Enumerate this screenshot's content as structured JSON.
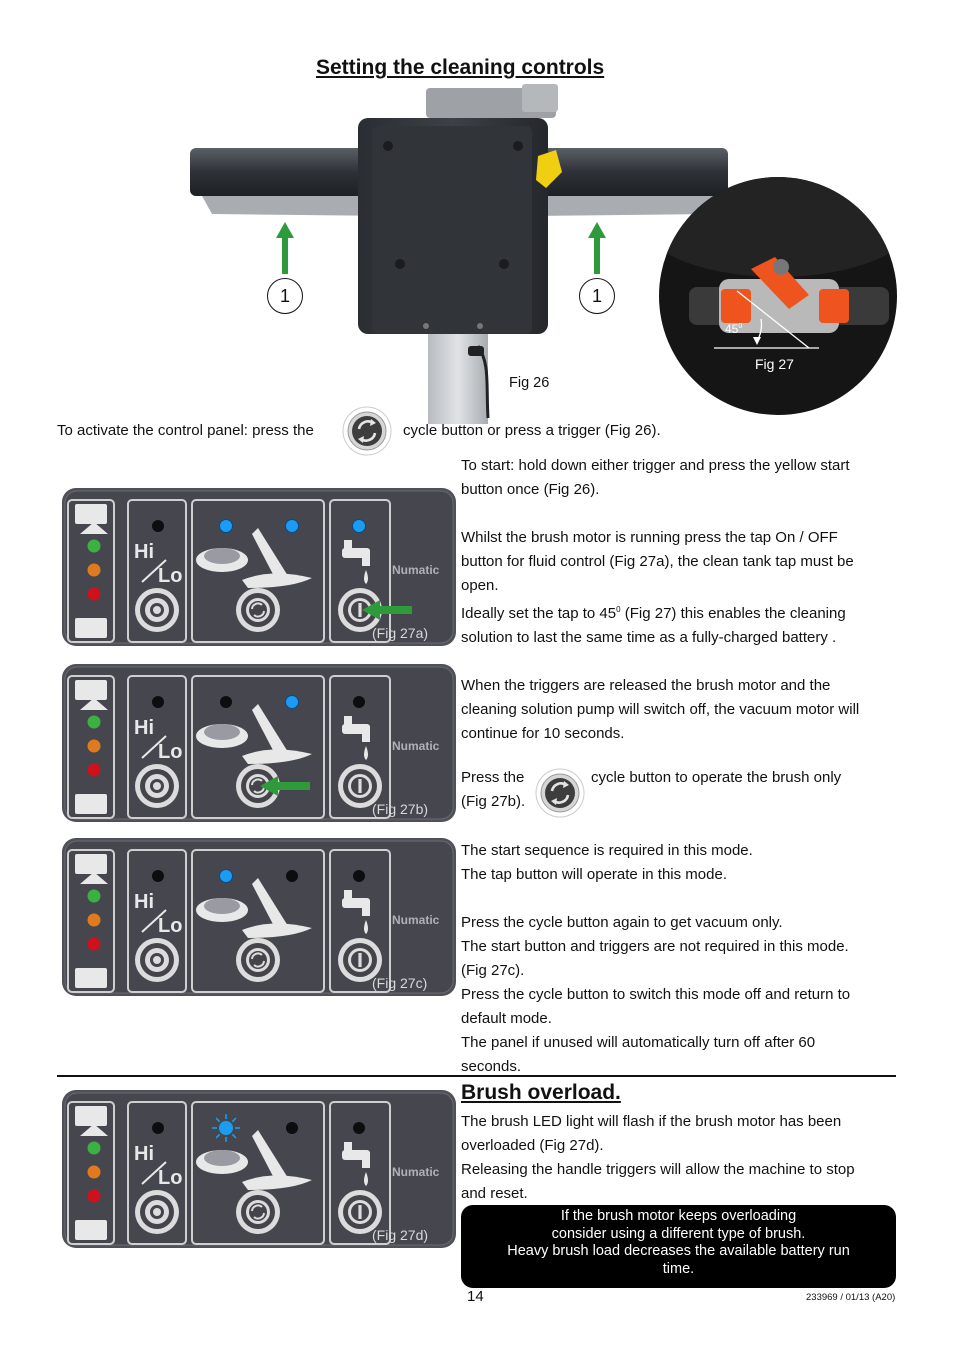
{
  "title": "Setting the cleaning controls",
  "fig26": {
    "caption": "Fig 26",
    "callout_left": "1",
    "callout_right": "1"
  },
  "fig27": {
    "caption": "Fig 27",
    "angle": "45",
    "angle_sup": "0"
  },
  "activate": {
    "before": "To activate the control panel: press the",
    "after": "cycle button or press a trigger (Fig 26)."
  },
  "para1": [
    "To start: hold down either trigger and press the yellow start",
    "button once (Fig 26)."
  ],
  "para2": [
    "Whilst the brush motor is running press the tap On / OFF",
    "button for fluid control (Fig 27a), the clean tank tap must be",
    "open."
  ],
  "para3_line1_a": "Ideally set the tap to 45",
  "para3_line1_sup": "0",
  "para3_line1_b": " (Fig 27) this enables the cleaning",
  "para3_line2": "solution to last the same time as a fully-charged battery .",
  "para4": [
    "When the triggers are released the brush motor and the",
    "cleaning solution pump will switch off, the vacuum motor will",
    "continue for 10 seconds."
  ],
  "para5": {
    "before": "Press the",
    "after": "cycle button to operate the brush only",
    "line2": "(Fig 27b)."
  },
  "para6": [
    "The start sequence is required in this mode.",
    "The tap button will operate in this mode."
  ],
  "para7": [
    "Press the cycle button again to get vacuum only.",
    "The start button and triggers are not required in this mode.",
    " (Fig 27c).",
    "Press the cycle button to switch this mode off and return to",
    "default mode.",
    "The panel if unused will automatically turn off after 60",
    "seconds."
  ],
  "panels": [
    {
      "caption": "(Fig 27a)",
      "leds": [
        "off",
        "on",
        "on",
        "on"
      ],
      "arrow": "tap"
    },
    {
      "caption": "(Fig 27b)",
      "leds": [
        "off",
        "off",
        "on",
        "off"
      ],
      "arrow": "cycle"
    },
    {
      "caption": "(Fig 27c)",
      "leds": [
        "off",
        "on",
        "off",
        "off"
      ],
      "arrow": "none"
    },
    {
      "caption": "(Fig 27d)",
      "leds": [
        "off",
        "flash",
        "off",
        "off"
      ],
      "arrow": "none"
    }
  ],
  "panel_text": {
    "hi": "Hi",
    "lo": "Lo",
    "brand": "Numatic"
  },
  "overload": {
    "heading": "Brush overload.",
    "lines": [
      "The brush LED light will flash if the brush motor has been",
      "overloaded (Fig 27d).",
      "Releasing the handle triggers will allow the machine to stop",
      "and reset."
    ],
    "warning": [
      "If the brush motor keeps overloading",
      "consider using a different type of brush.",
      "Heavy brush load decreases the available battery run",
      "time."
    ]
  },
  "footer": {
    "page": "14",
    "code": "233969 / 01/13 (A20)"
  },
  "colors": {
    "led_blue": "#1b9cf0",
    "led_green": "#3cb043",
    "led_orange": "#e07a1c",
    "led_red": "#d0101c",
    "arrow_green": "#2f9a3c",
    "valve_orange": "#f0541e"
  }
}
